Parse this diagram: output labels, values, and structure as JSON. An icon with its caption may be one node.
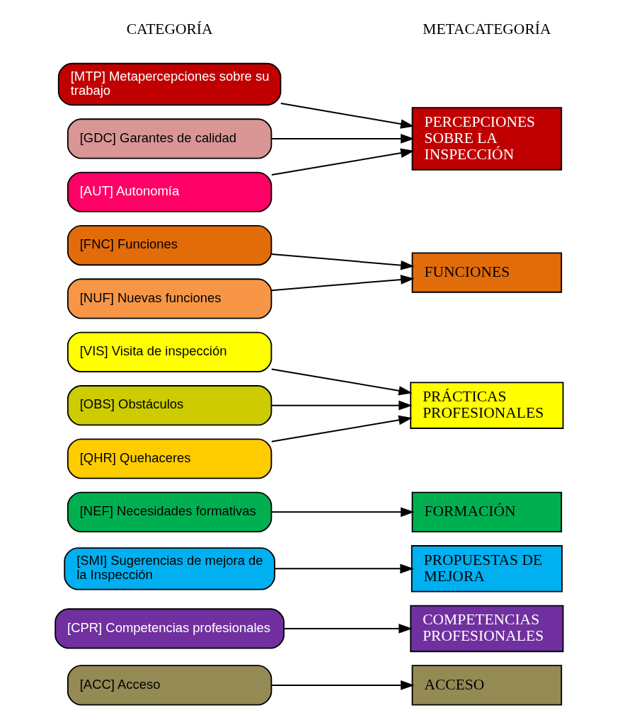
{
  "diagram": {
    "nodes": [
      {
        "text": [
          "[MTP] Metapercepciones sobre su trabajo"
        ]
      },
      {
        "text": [
          "[GDC] Garantes de calidad"
        ]
      },
      {
        "text": [
          "[AUT] Autonomía"
        ]
      },
      {
        "text": [
          "[FNC] Funciones"
        ]
      },
      {
        "text": [
          "[NUF] Nuevas funciones"
        ]
      },
      {
        "text": [
          "[VIS] Visita de inspección"
        ]
      },
      {
        "text": [
          "[OBS] Obstáculos"
        ]
      },
      {
        "text": [
          "[QHR] Quehaceres"
        ]
      },
      {
        "text": [
          "[NEF] Necesidades formativas"
        ]
      },
      {
        "text": [
          "[SMI] Sugerencias de mejora de la Inspección"
        ]
      },
      {
        "text": [
          "[CPR] Competencias profesionales"
        ]
      },
      {
        "text": [
          "[ACC] Acceso"
        ]
      },
      {
        "text": [
          "PERCEPCIONES SOBRE LA INSPECCIÓN"
        ]
      },
      {
        "text": [
          "FUNCIONES"
        ]
      },
      {
        "text": [
          "PRÁCTICAS PROFESIONALES"
        ]
      },
      {
        "text": [
          "FORMACIÓN"
        ]
      },
      {
        "text": [
          "PROPUESTAS DE MEJORA"
        ]
      },
      {
        "text": [
          "COMPETENCIAS PROFESIONALES"
        ]
      },
      {
        "text": [
          "ACCESO"
        ]
      }
    ],
    "edges": [
      {
        "from": 0,
        "to": 12,
        "arrow": "to"
      },
      {
        "from": 1,
        "to": 12,
        "arrow": "to"
      },
      {
        "from": 2,
        "to": 12,
        "arrow": "to"
      },
      {
        "from": 3,
        "to": 13,
        "arrow": "to"
      },
      {
        "from": 4,
        "to": 13,
        "arrow": "to"
      },
      {
        "from": 5,
        "to": 14,
        "arrow": "to"
      },
      {
        "from": 6,
        "to": 14,
        "arrow": "to"
      },
      {
        "from": 7,
        "to": 14,
        "arrow": "to"
      },
      {
        "from": 8,
        "to": 15,
        "arrow": "to"
      },
      {
        "from": 9,
        "to": 16,
        "arrow": "to"
      },
      {
        "from": 10,
        "to": 17,
        "arrow": "to"
      },
      {
        "from": 11,
        "to": 18,
        "arrow": "to"
      }
    ],
    "labels": [
      "CATEGORÍA",
      "METACATEGORÍA"
    ]
  }
}
